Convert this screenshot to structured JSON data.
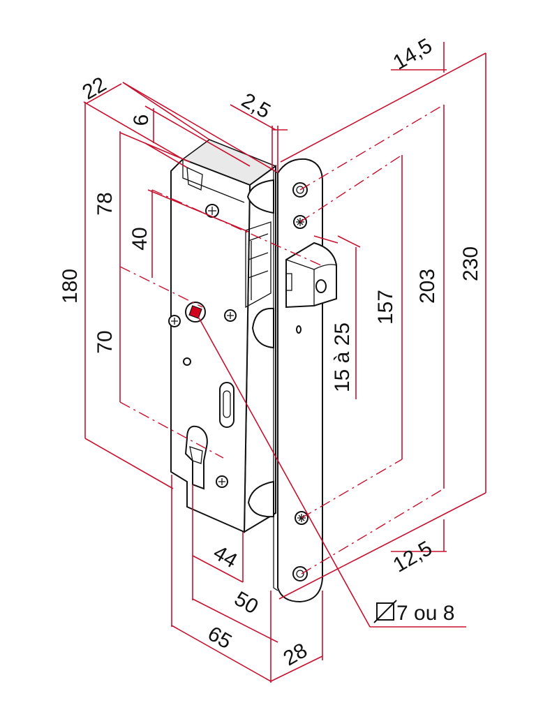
{
  "dimensions": {
    "d22": "22",
    "d2_5": "2,5",
    "d14_5": "14,5",
    "d6": "6",
    "d78": "78",
    "d40": "40",
    "d180": "180",
    "d70": "70",
    "d230": "230",
    "d203": "203",
    "d157": "157",
    "d15a25": "15 à 25",
    "d12_5": "12,5",
    "d44": "44",
    "d50": "50",
    "d65": "65",
    "d28": "28",
    "square_spindle": "7 ou 8"
  },
  "colors": {
    "dimension": "#c8102e",
    "outline": "#111111"
  }
}
